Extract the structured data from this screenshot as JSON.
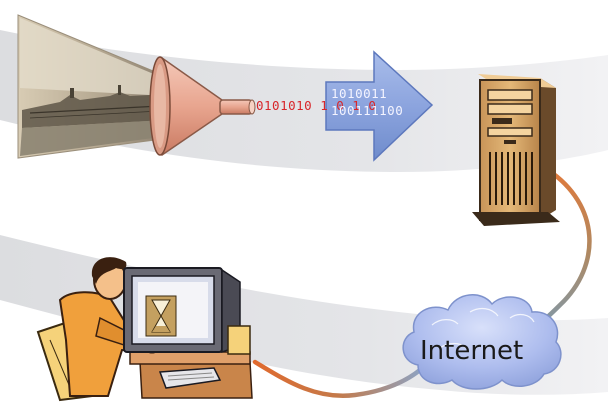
{
  "diagram": {
    "scan_stream_bits": "0101010 1 0  1  0",
    "arrow_bits_line1": "1010011",
    "arrow_bits_line2": "100111100",
    "cloud_label": "Internet"
  },
  "colors": {
    "swoosh": "#d9dadd",
    "arrow_fill": "#7e9ad8",
    "arrow_stroke": "#5d78bd",
    "funnel": "#e6a58e",
    "bits_red": "#d8262a",
    "cloud_fill": "#a9b9ea",
    "connector_orange": "#e0733a",
    "server_tan": "#d9a86a",
    "person_shirt": "#f0a03c"
  }
}
